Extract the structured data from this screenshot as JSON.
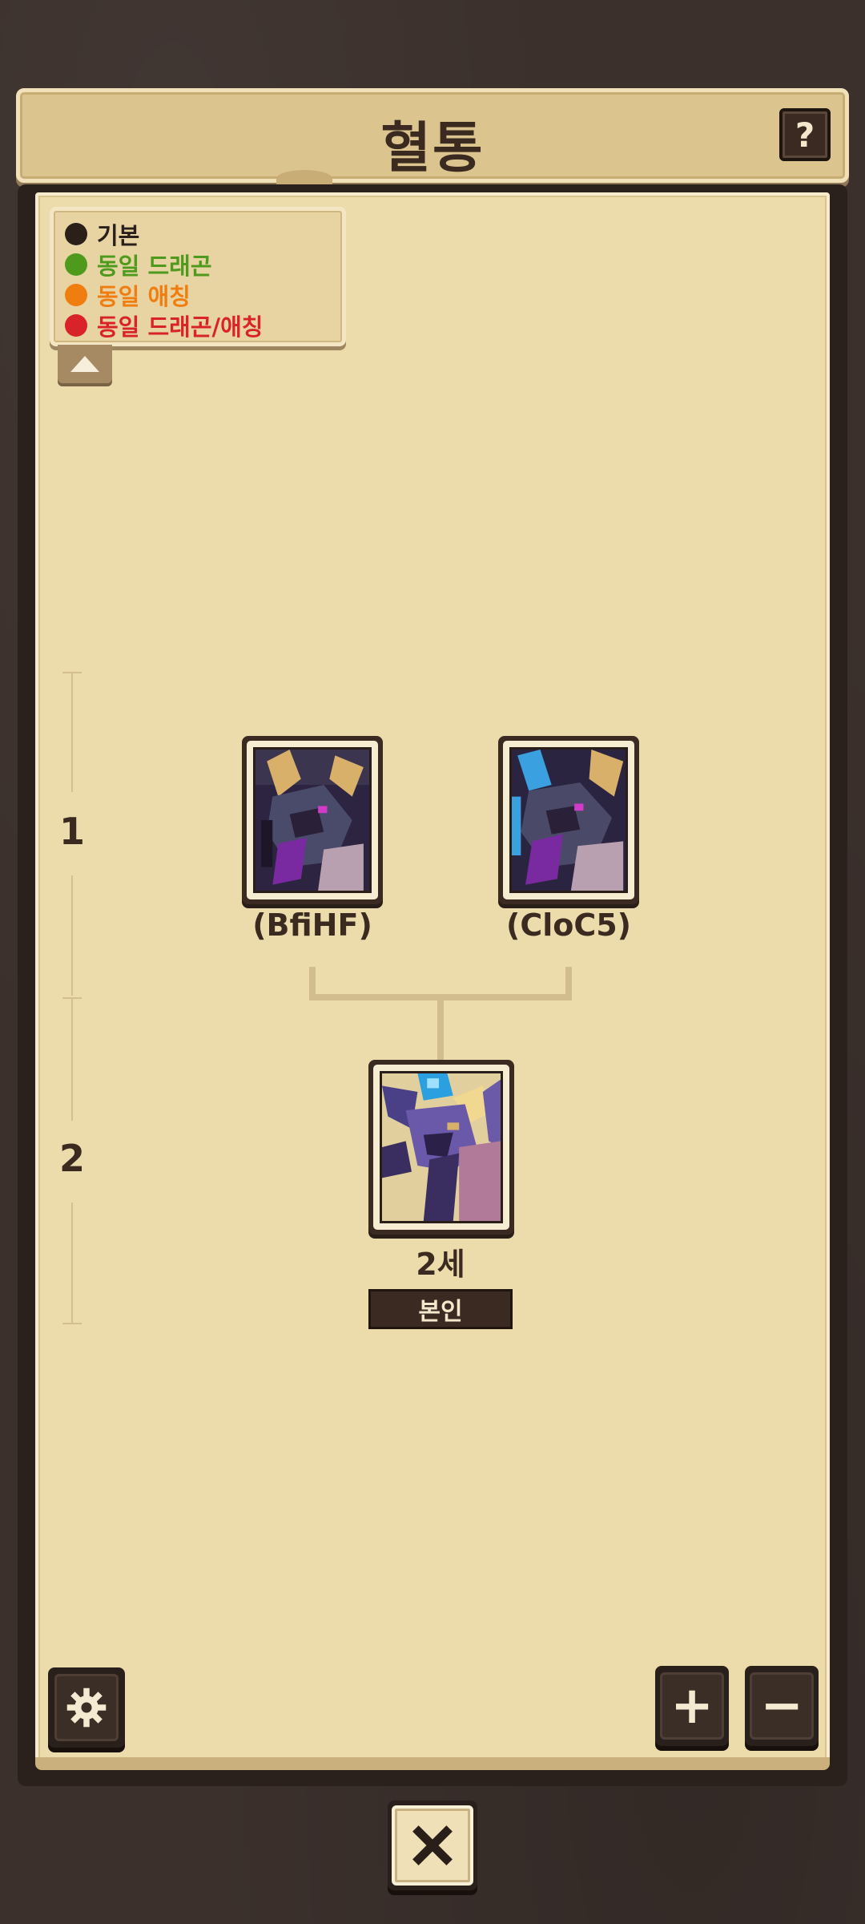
{
  "header": {
    "title": "혈통",
    "help_label": "?"
  },
  "legend": {
    "items": [
      {
        "label": "기본",
        "color": "#2b1f1a"
      },
      {
        "label": "동일 드래곤",
        "color": "#4d9a1d"
      },
      {
        "label": "동일 애칭",
        "color": "#f07d10"
      },
      {
        "label": "동일 드래곤/애칭",
        "color": "#d9232a"
      }
    ]
  },
  "generations": [
    "1",
    "2"
  ],
  "tree": {
    "parents": [
      {
        "name": "(BfiHF)"
      },
      {
        "name": "(CloC5)"
      }
    ],
    "self": {
      "name": "2세",
      "badge": "본인"
    }
  },
  "controls": {
    "zoom_in_label": "+",
    "zoom_out_label": "−"
  },
  "colors": {
    "panel": "#ecdcac",
    "frame": "#3a2a22",
    "background": "#3b302c"
  }
}
